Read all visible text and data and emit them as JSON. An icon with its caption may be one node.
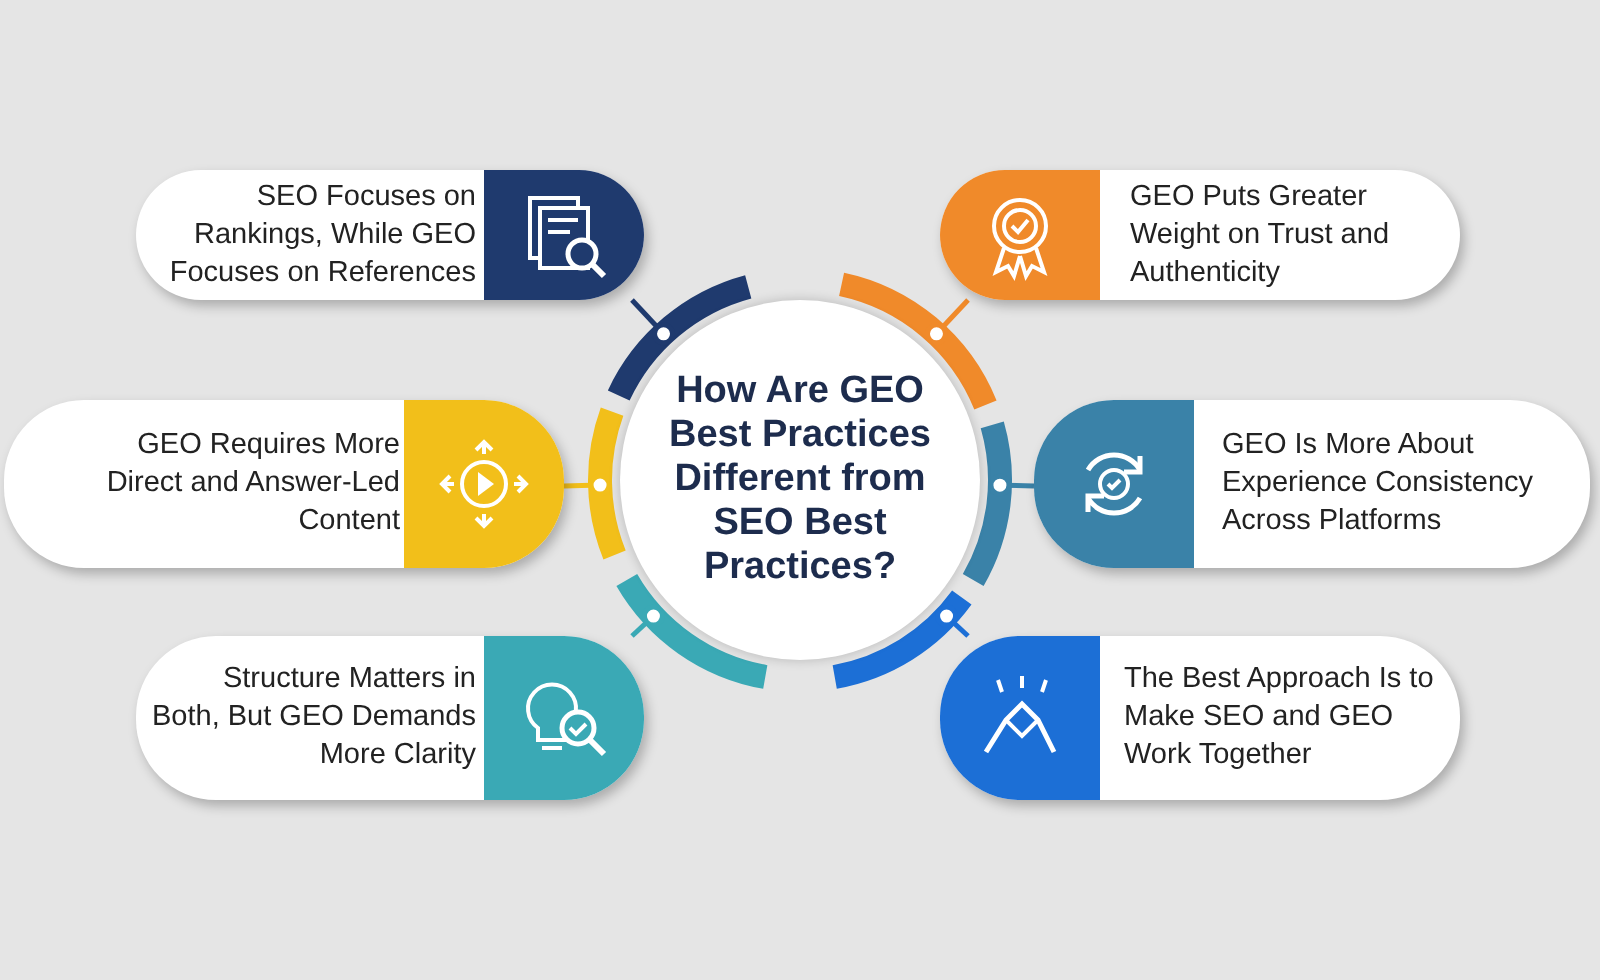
{
  "diagram": {
    "nodes": [
      {
        "text": [
          "How Are GEO Best Practices Different from SEO Best Practices?"
        ]
      },
      {
        "text": [
          "SEO Focuses on Rankings, While GEO Focuses on References"
        ]
      },
      {
        "text": [
          "GEO Puts Greater Weight on Trust and Authenticity"
        ]
      },
      {
        "text": [
          "GEO Requires More Direct and Answer-Led Content"
        ]
      },
      {
        "text": [
          "GEO Is More About Experience Consistency Across Platforms"
        ]
      },
      {
        "text": [
          "Structure Matters in Both, But GEO Demands More Clarity"
        ]
      },
      {
        "text": [
          "The Best Approach Is to Make SEO and GEO Work Together"
        ]
      }
    ],
    "edges": [
      {
        "from": 0,
        "to": 1,
        "arrow": "other",
        "color": "#1f3a6e"
      },
      {
        "from": 0,
        "to": 2,
        "arrow": "other",
        "color": "#f08a2a"
      },
      {
        "from": 0,
        "to": 3,
        "arrow": "other",
        "color": "#f2bf1a"
      },
      {
        "from": 0,
        "to": 4,
        "arrow": "other",
        "color": "#3a82a8"
      },
      {
        "from": 0,
        "to": 5,
        "arrow": "other",
        "color": "#3aa9b5"
      },
      {
        "from": 0,
        "to": 6,
        "arrow": "other",
        "color": "#1c6fd6"
      }
    ]
  }
}
